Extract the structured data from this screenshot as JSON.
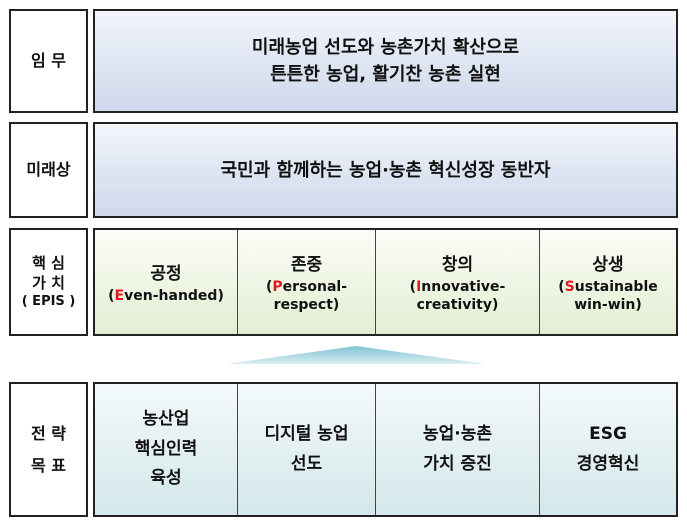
{
  "mission": {
    "label": "임 무",
    "line1": "미래농업 선도와 농촌가치 확산으로",
    "line2": "튼튼한 농업, 활기찬 농촌 실현"
  },
  "vision": {
    "label": "미래상",
    "text": "국민과 함께하는 농업·농촌 혁신성장 동반자"
  },
  "core_values": {
    "label_line1": "핵 심",
    "label_line2": "가 치",
    "label_line3": "( EPIS )",
    "items": [
      {
        "title": "공정",
        "sub_open": "(",
        "sub_letter": "E",
        "sub_rest": "ven-handed)",
        "sub_line2": ""
      },
      {
        "title": "존중",
        "sub_open": "(",
        "sub_letter": "P",
        "sub_rest": "ersonal-respect)",
        "sub_line2": ""
      },
      {
        "title": "창의",
        "sub_open": "(",
        "sub_letter": "I",
        "sub_rest": "nnovative-creativity)",
        "sub_line2": ""
      },
      {
        "title": "상생",
        "sub_open": "(",
        "sub_letter": "S",
        "sub_rest": "ustainable",
        "sub_line2": "win-win)"
      }
    ],
    "highlight_color": "#e0191f"
  },
  "strategic_goals": {
    "label_line1": "전 략",
    "label_line2": "목 표",
    "items": [
      {
        "line1": "농산업",
        "line2": "핵심인력",
        "line3": "육성"
      },
      {
        "line1": "디지털 농업",
        "line2": "선도",
        "line3": ""
      },
      {
        "line1": "농업·농촌",
        "line2": "가치 증진",
        "line3": ""
      },
      {
        "line1": "ESG",
        "line2": "경영혁신",
        "line3": ""
      }
    ]
  }
}
